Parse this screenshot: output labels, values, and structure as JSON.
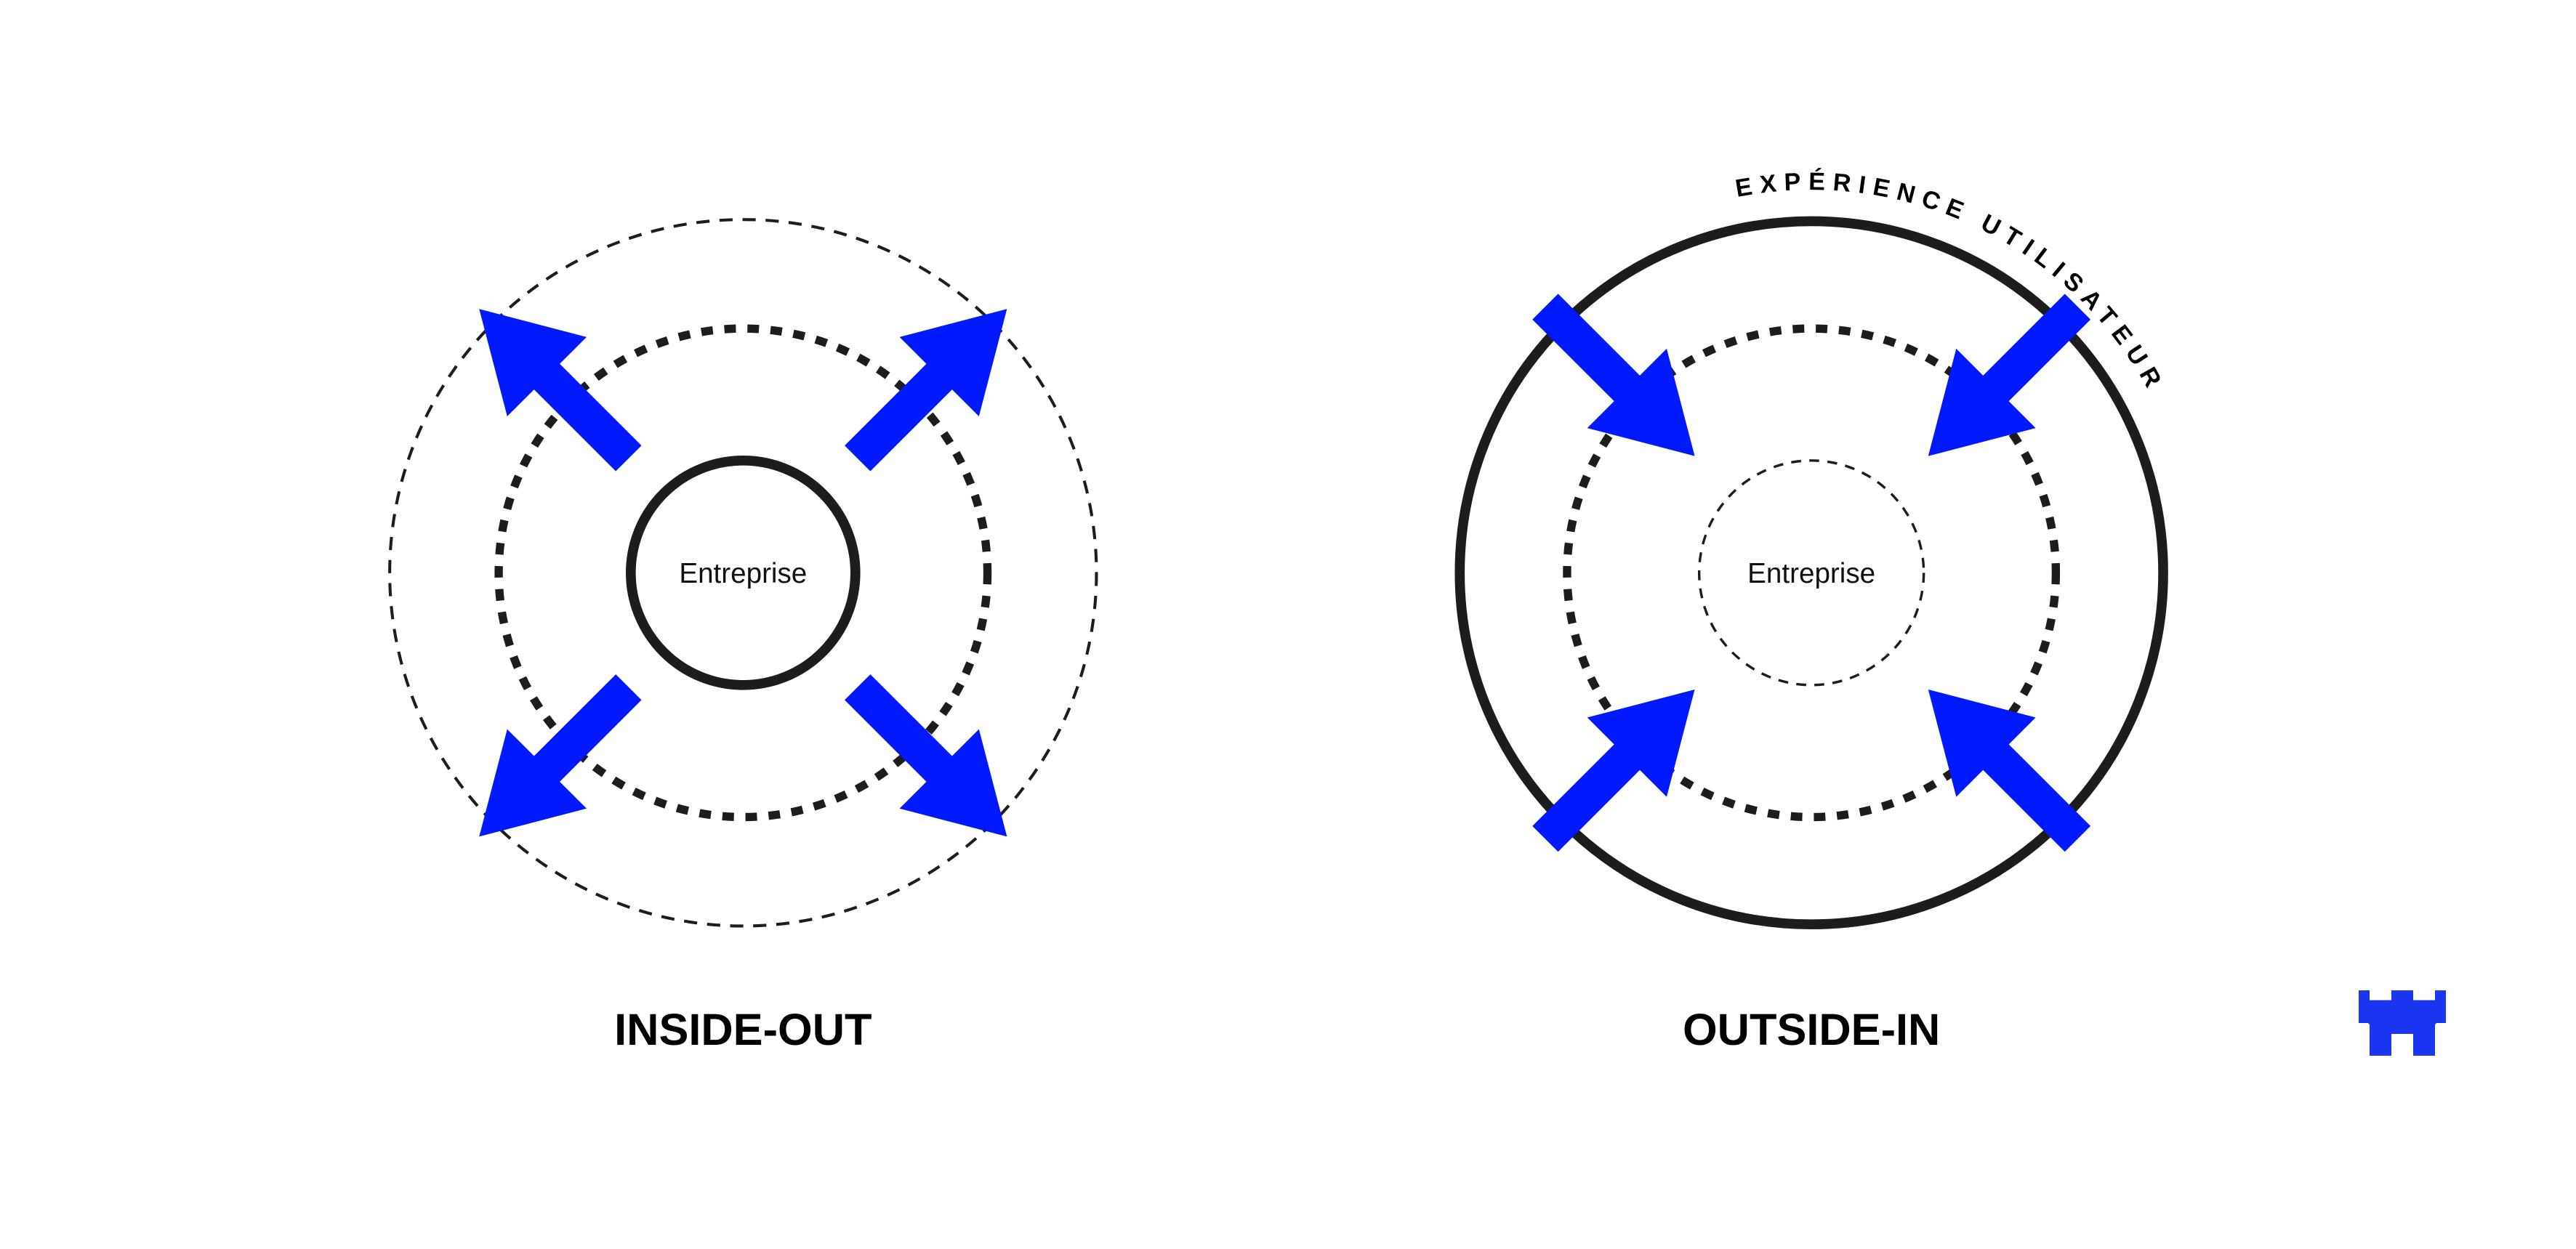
{
  "colors": {
    "accent": "#0019ff",
    "ink": "#1d1d1b",
    "logo": "#1b36f0"
  },
  "diagrams": [
    {
      "title": "INSIDE-OUT",
      "center_label": "Entreprise",
      "arrow_direction": "outward"
    },
    {
      "title": "OUTSIDE-IN",
      "center_label": "Entreprise",
      "arrow_direction": "inward",
      "arc_label": "EXPÉRIENCE UTILISATEUR"
    }
  ],
  "logo": {
    "icon": "w-pixel-logo"
  }
}
